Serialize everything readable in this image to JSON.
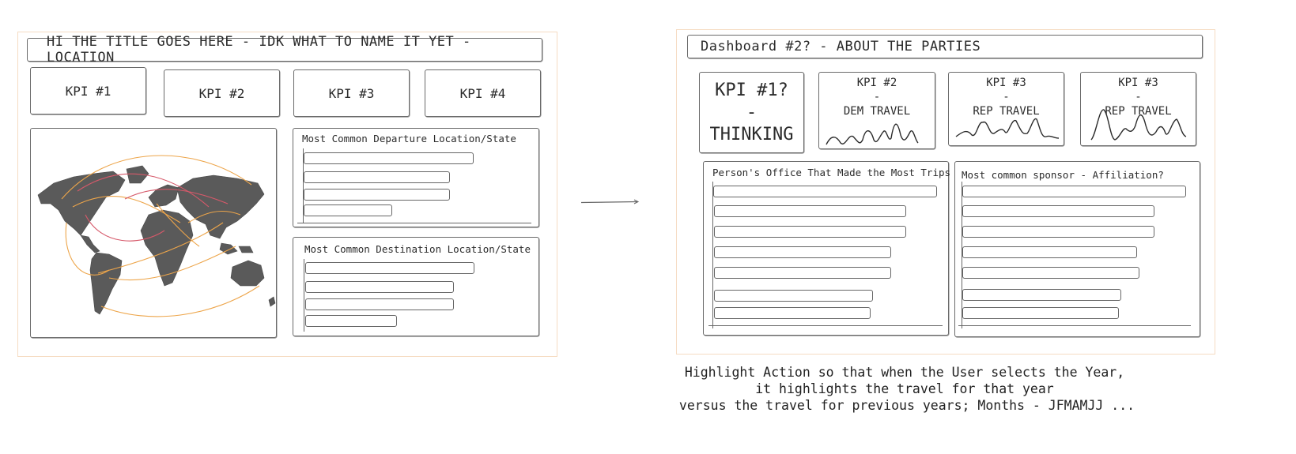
{
  "left_dashboard": {
    "title": "HI THE TITLE GOES HERE - IDK WHAT TO NAME IT YET - LOCATION",
    "kpis": [
      "KPI #1",
      "KPI #2",
      "KPI #3",
      "KPI #4"
    ],
    "map_icon": "world-map-icon",
    "departure_panel": {
      "title": "Most Common Departure Location/State",
      "bar_fraction": [
        1.0,
        0.86,
        0.86,
        0.52
      ]
    },
    "destination_panel": {
      "title": "Most Common Destination Location/State",
      "bar_fraction": [
        1.0,
        0.88,
        0.88,
        0.54
      ]
    }
  },
  "right_dashboard": {
    "title": "Dashboard #2? - ABOUT THE PARTIES",
    "kpi_main": {
      "line1": "KPI #1?",
      "line2": "-",
      "line3": "THINKING"
    },
    "kpi_cards": [
      {
        "line1": "KPI #2",
        "line2": "-",
        "line3": "DEM TRAVEL"
      },
      {
        "line1": "KPI #3",
        "line2": "-",
        "line3": "REP TRAVEL"
      },
      {
        "line1": "KPI #3",
        "line2": "-",
        "line3": "REP TRAVEL"
      }
    ],
    "office_panel": {
      "title": "Person's Office That Made the Most Trips",
      "bar_fraction": [
        1.0,
        0.86,
        0.86,
        0.79,
        0.79,
        0.71,
        0.7
      ]
    },
    "sponsor_panel": {
      "title": "Most common sponsor - Affiliation?",
      "bar_fraction": [
        1.0,
        0.86,
        0.86,
        0.78,
        0.79,
        0.71,
        0.7
      ]
    }
  },
  "note": {
    "line1": "Highlight Action so that when the User selects the Year,",
    "line2": "it highlights the travel for that year",
    "line3": "versus the travel for previous years; Months - JFMAMJJ ..."
  },
  "colors": {
    "map_fill": "#5a5a5a",
    "flow_orange": "#eda54a",
    "flow_red": "#d6596a",
    "frame": "#f6dcc3"
  }
}
